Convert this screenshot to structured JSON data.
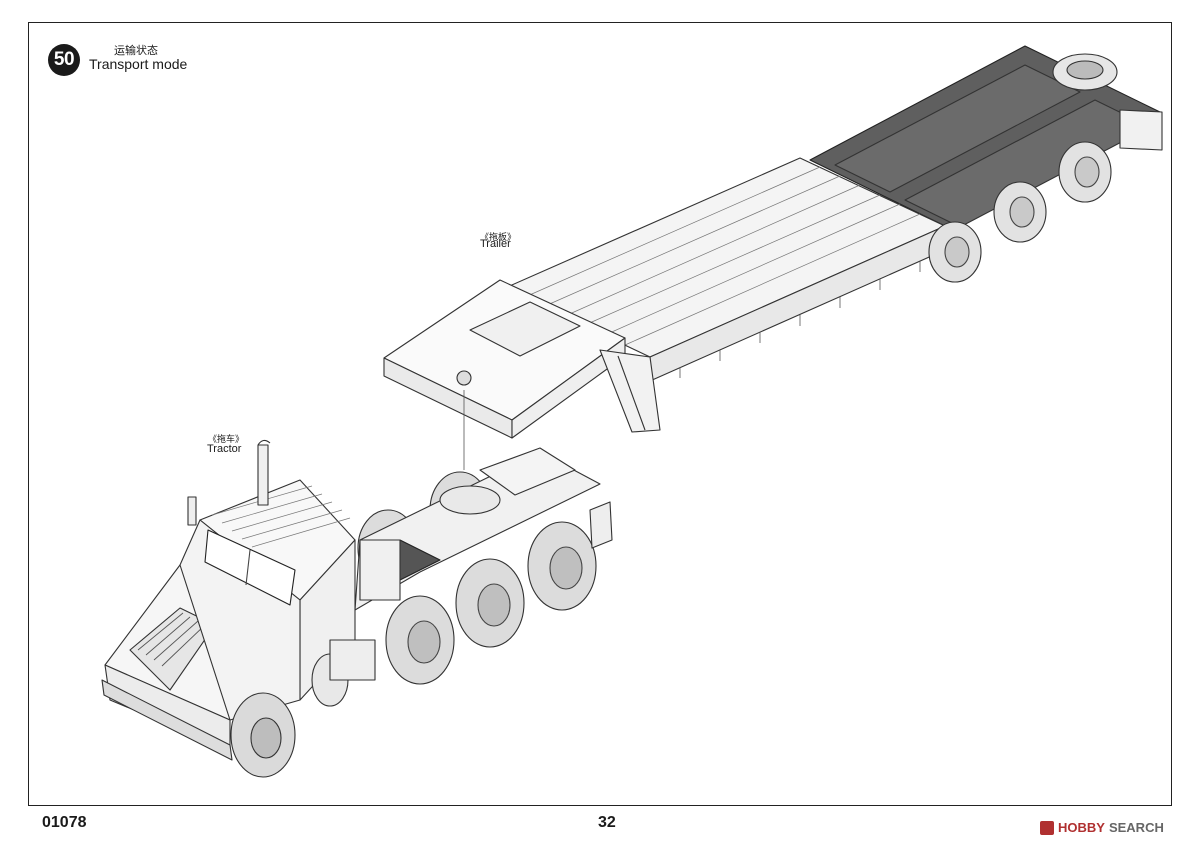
{
  "step": {
    "number": "50",
    "title_cn": "运输状态",
    "title_en": "Transport mode"
  },
  "labels": {
    "trailer_cn": "《拖板》",
    "trailer_en": "Trailer",
    "tractor_cn": "《拖车》",
    "tractor_en": "Tractor"
  },
  "footer": {
    "product_code": "01078",
    "page_number": "32"
  },
  "watermark": {
    "brand": "HOBBY",
    "suffix": " SEARCH"
  },
  "colors": {
    "deck_dark": "#5a5a5a",
    "line": "#333333",
    "tire": "#d8d8d8"
  }
}
